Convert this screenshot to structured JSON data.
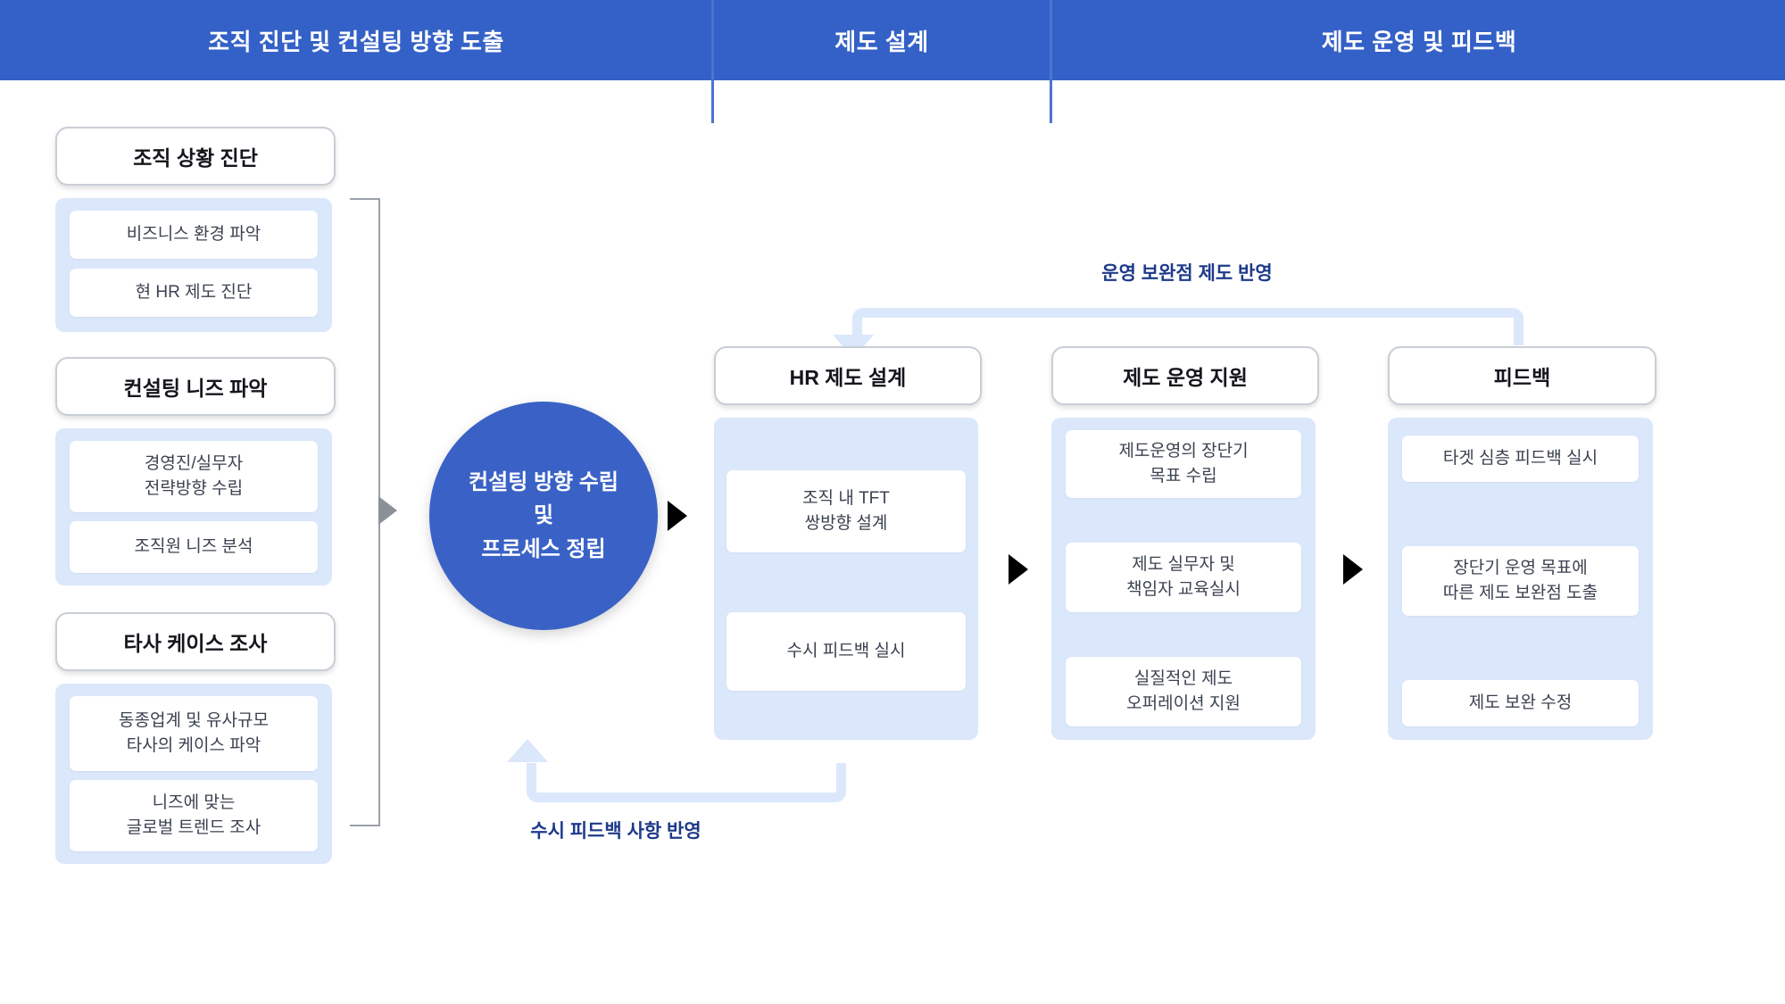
{
  "header": {
    "phases": [
      {
        "label": "조직 진단 및 컨설팅 방향 도출"
      },
      {
        "label": "제도 설계"
      },
      {
        "label": "제도 운영 및 피드백"
      }
    ]
  },
  "colors": {
    "header_blue": "#3461c7",
    "circle_blue": "#3a62c6",
    "panel_light_blue": "#dbe7fb",
    "label_navy": "#1e3a8a",
    "card_border_gray": "#c9ced6",
    "bracket_gray": "#9aa0aa"
  },
  "left_column": {
    "groups": [
      {
        "title": "조직 상황 진단",
        "items": [
          "비즈니스 환경 파악",
          "현 HR 제도 진단"
        ]
      },
      {
        "title": "컨설팅 니즈 파악",
        "items": [
          "경영진/실무자\n전략방향 수립",
          "조직원 니즈 분석"
        ]
      },
      {
        "title": "타사 케이스 조사",
        "items": [
          "동종업계 및 유사규모\n타사의 케이스 파악",
          "니즈에 맞는\n글로벌 트렌드 조사"
        ]
      }
    ]
  },
  "center": {
    "circle_label": "컨설팅 방향 수립\n및\n프로세스 정립"
  },
  "right_columns": [
    {
      "title": "HR 제도 설계",
      "items": [
        "조직 내 TFT\n쌍방향 설계",
        "수시 피드백 실시"
      ]
    },
    {
      "title": "제도 운영 지원",
      "items": [
        "제도운영의 장단기\n목표 수립",
        "제도 실무자 및\n책임자 교육실시",
        "실질적인 제도\n오퍼레이션 지원"
      ]
    },
    {
      "title": "피드백",
      "items": [
        "타겟 심층 피드백 실시",
        "장단기 운영 목표에\n따른 제도 보완점 도출",
        "제도 보완 수정"
      ]
    }
  ],
  "feedback_arrows": {
    "top_label": "운영 보완점 제도 반영",
    "bottom_label": "수시 피드백 사항 반영"
  }
}
